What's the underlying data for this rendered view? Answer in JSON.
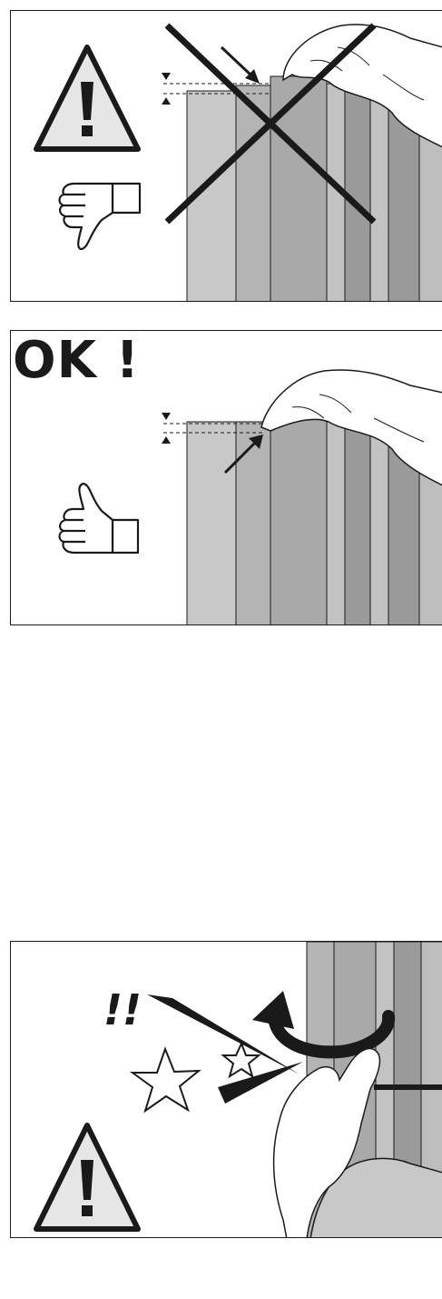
{
  "panels": {
    "wrong": {
      "id": "wrong-assembly-panel"
    },
    "correct": {
      "id": "correct-assembly-panel",
      "label": "OK !"
    },
    "warning": {
      "id": "rotation-warning-panel",
      "label": "!!"
    }
  },
  "colors": {
    "outline": "#1a1a1a",
    "radiator_light": "#c8c8c8",
    "radiator_mid": "#a9a9a9",
    "radiator_dark": "#8e8e8e",
    "warning_fill": "#e6e6e6"
  },
  "icons": [
    "warning-triangle-icon",
    "thumbs-down-icon",
    "thumbs-up-icon",
    "cross-out-icon",
    "rotate-arrow-icon",
    "star-icon"
  ]
}
